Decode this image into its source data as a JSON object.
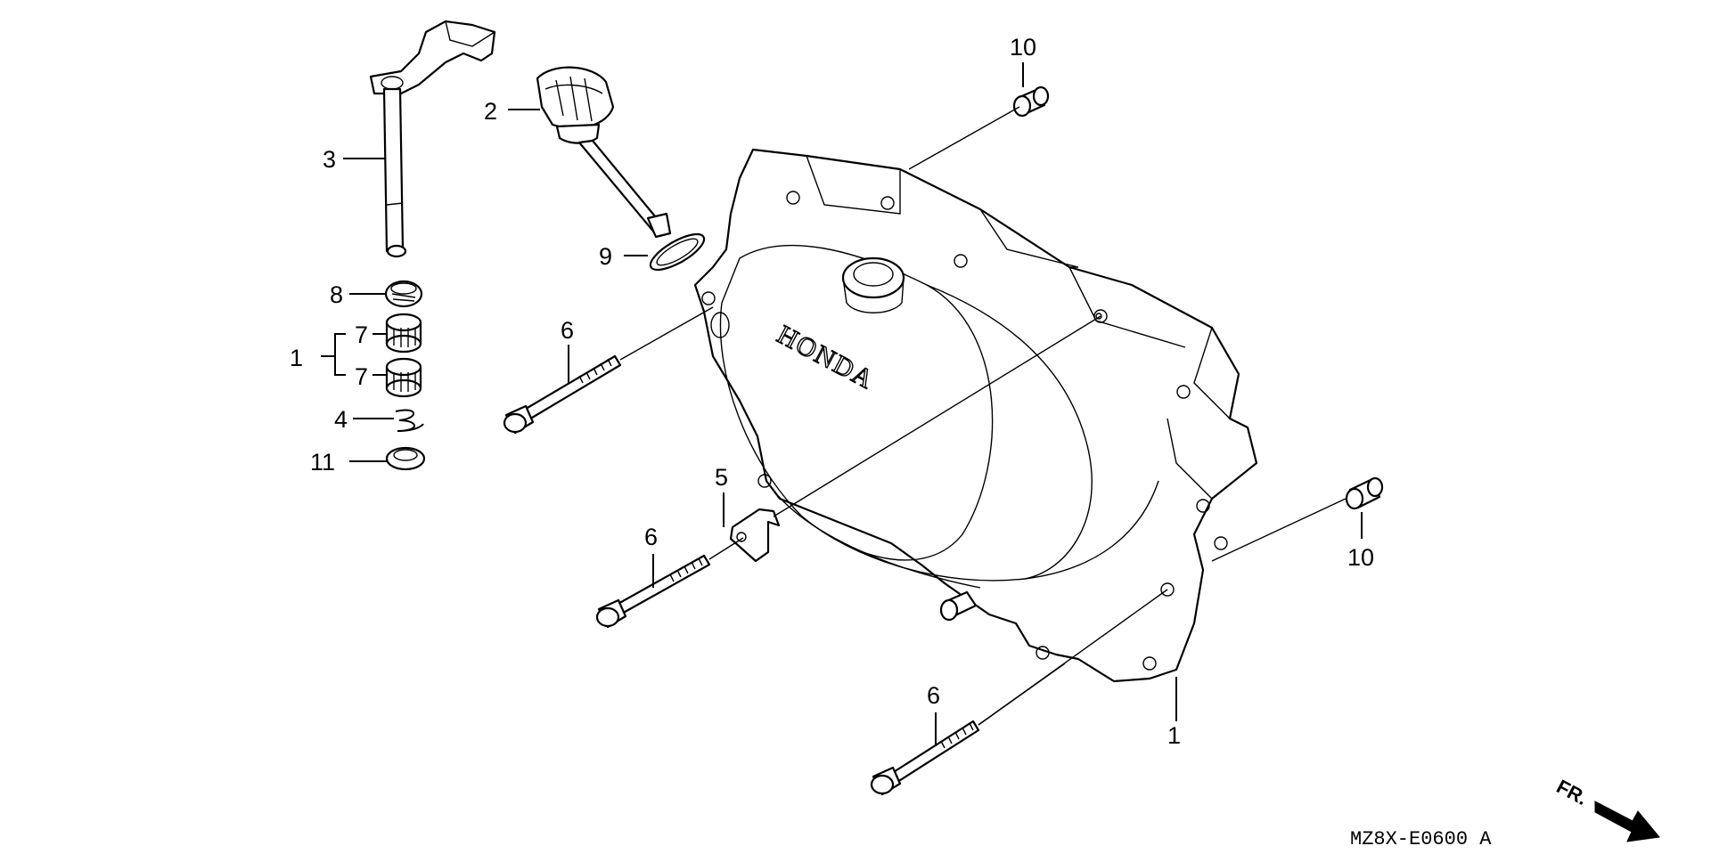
{
  "callouts": {
    "c1_left": "1",
    "c1_cover": "1",
    "c2": "2",
    "c3": "3",
    "c4": "4",
    "c5": "5",
    "c6_top": "6",
    "c6_mid": "6",
    "c6_bottom": "6",
    "c7_upper": "7",
    "c7_lower": "7",
    "c8": "8",
    "c9": "9",
    "c10_top": "10",
    "c10_right": "10",
    "c11": "11"
  },
  "cover_brand": "HONDA",
  "diagram_code": "MZ8X-E0600 A",
  "direction_label": "FR.",
  "icons": [
    "front-direction-arrow-icon"
  ]
}
